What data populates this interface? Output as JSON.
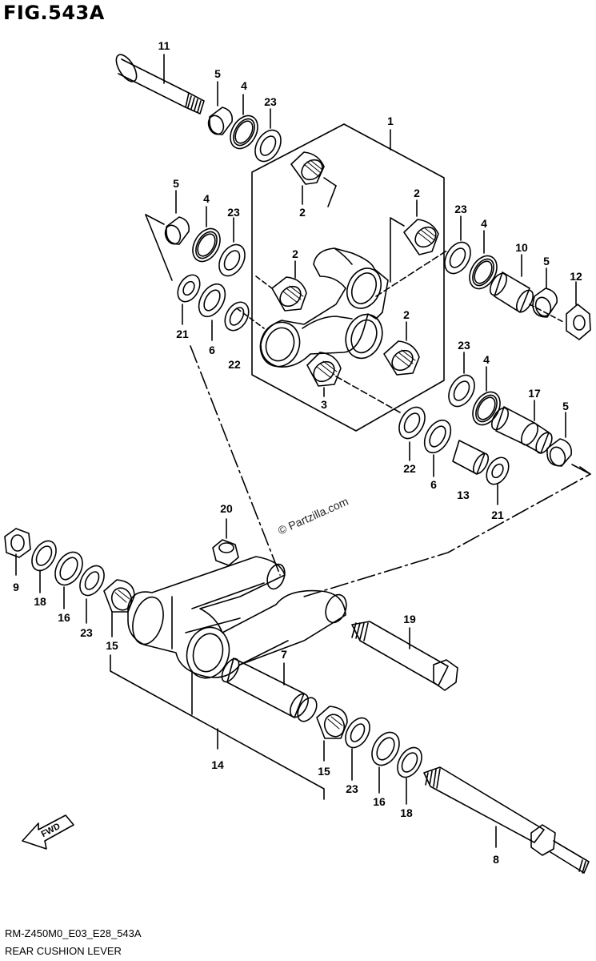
{
  "figure": {
    "title": "FIG.543A",
    "footer_code": "RM-Z450M0_E03_E28_543A",
    "footer_name": "REAR CUSHION LEVER",
    "watermark": "© Partzilla.com",
    "fwd_label": "FWD"
  },
  "callouts": [
    {
      "id": "c11",
      "text": "11"
    },
    {
      "id": "c5a",
      "text": "5"
    },
    {
      "id": "c4a",
      "text": "4"
    },
    {
      "id": "c23a",
      "text": "23"
    },
    {
      "id": "c1",
      "text": "1"
    },
    {
      "id": "c2a",
      "text": "2"
    },
    {
      "id": "c2b",
      "text": "2"
    },
    {
      "id": "c2c",
      "text": "2"
    },
    {
      "id": "c2d",
      "text": "2"
    },
    {
      "id": "c3",
      "text": "3"
    },
    {
      "id": "c5b",
      "text": "5"
    },
    {
      "id": "c4b",
      "text": "4"
    },
    {
      "id": "c23b",
      "text": "23"
    },
    {
      "id": "c21a",
      "text": "21"
    },
    {
      "id": "c6a",
      "text": "6"
    },
    {
      "id": "c22a",
      "text": "22"
    },
    {
      "id": "c23c",
      "text": "23"
    },
    {
      "id": "c4c",
      "text": "4"
    },
    {
      "id": "c10",
      "text": "10"
    },
    {
      "id": "c5c",
      "text": "5"
    },
    {
      "id": "c12",
      "text": "12"
    },
    {
      "id": "c23d",
      "text": "23"
    },
    {
      "id": "c4d",
      "text": "4"
    },
    {
      "id": "c17",
      "text": "17"
    },
    {
      "id": "c5d",
      "text": "5"
    },
    {
      "id": "c22b",
      "text": "22"
    },
    {
      "id": "c6b",
      "text": "6"
    },
    {
      "id": "c13",
      "text": "13"
    },
    {
      "id": "c21b",
      "text": "21"
    },
    {
      "id": "c20",
      "text": "20"
    },
    {
      "id": "c9",
      "text": "9"
    },
    {
      "id": "c18a",
      "text": "18"
    },
    {
      "id": "c16a",
      "text": "16"
    },
    {
      "id": "c23e",
      "text": "23"
    },
    {
      "id": "c15a",
      "text": "15"
    },
    {
      "id": "c19",
      "text": "19"
    },
    {
      "id": "c7",
      "text": "7"
    },
    {
      "id": "c14",
      "text": "14"
    },
    {
      "id": "c15b",
      "text": "15"
    },
    {
      "id": "c23f",
      "text": "23"
    },
    {
      "id": "c16b",
      "text": "16"
    },
    {
      "id": "c18b",
      "text": "18"
    },
    {
      "id": "c8",
      "text": "8"
    }
  ]
}
